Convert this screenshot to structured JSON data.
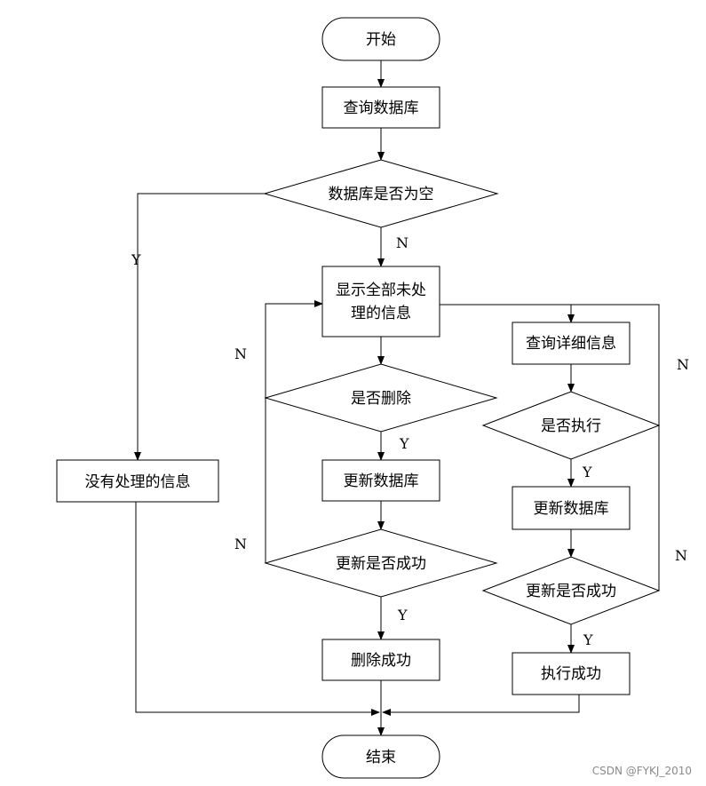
{
  "nodes": {
    "start": "开始",
    "query_db": "查询数据库",
    "db_empty": "数据库是否为空",
    "show_unprocessed": [
      "显示全部未处",
      "理的信息"
    ],
    "no_info": "没有处理的信息",
    "delete_q": "是否删除",
    "update_db_left": "更新数据库",
    "update_ok_left": "更新是否成功",
    "delete_ok": "删除成功",
    "query_detail": "查询详细信息",
    "execute_q": "是否执行",
    "update_db_right": "更新数据库",
    "update_ok_right": "更新是否成功",
    "execute_ok": "执行成功",
    "end": "结束"
  },
  "edges": {
    "db_empty_yes": "Y",
    "db_empty_no": "N",
    "delete_yes": "Y",
    "delete_no": "N",
    "update_left_yes": "Y",
    "update_left_no": "N",
    "execute_yes": "Y",
    "execute_no": "N",
    "update_right_yes": "Y",
    "update_right_no": "N"
  },
  "watermark": "CSDN @FYKJ_2010"
}
